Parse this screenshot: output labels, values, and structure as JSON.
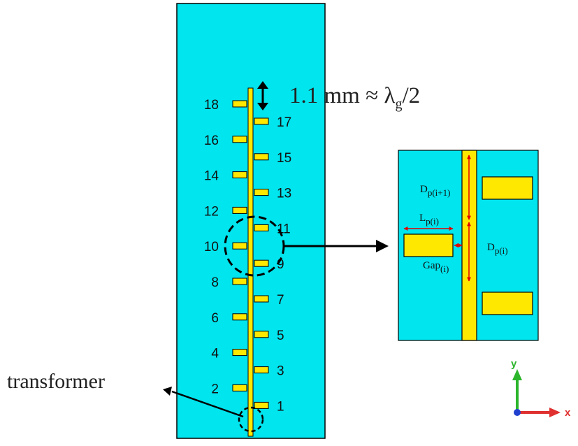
{
  "colors": {
    "substrate": "#00E5EE",
    "metal": "#FFE800",
    "outline": "#000000",
    "dim_arrow": "#E00000",
    "axis_y": "#2BB52B",
    "axis_x": "#E03030",
    "axis_origin": "#2040D0"
  },
  "patches_left": [
    "18",
    "16",
    "14",
    "12",
    "10",
    "8",
    "6",
    "4",
    "2"
  ],
  "patches_right": [
    "17",
    "15",
    "13",
    "11",
    "9",
    "7",
    "5",
    "3",
    "1"
  ],
  "period_annotation": {
    "prefix": "1.1 mm ≈ λ",
    "subscript": "g",
    "suffix": "/2"
  },
  "transformer_label": "transformer",
  "inset": {
    "dp_next": {
      "base": "D",
      "sub": "p(i+1)"
    },
    "lp": {
      "base": "L",
      "sub": "p(i)"
    },
    "dp": {
      "base": "D",
      "sub": "p(i)"
    },
    "gap": {
      "base": "Gap",
      "sub": "(i)"
    }
  },
  "axes": {
    "y_label": "y",
    "x_label": "x"
  }
}
